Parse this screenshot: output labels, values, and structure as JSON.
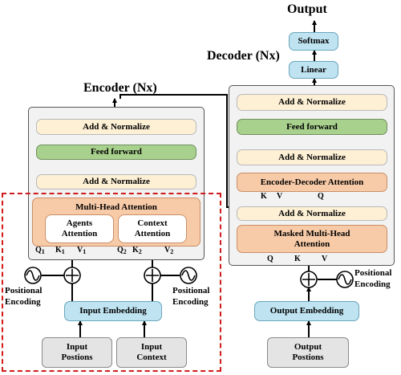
{
  "titles": {
    "output": "Output",
    "decoder": "Decoder (Nx)",
    "encoder": "Encoder (Nx)"
  },
  "decoder": {
    "softmax": "Softmax",
    "linear": "Linear",
    "add_norm_top": "Add & Normalize",
    "feed_forward": "Feed forward",
    "add_norm_mid": "Add & Normalize",
    "enc_dec_attention": "Encoder-Decoder Attention",
    "add_norm_bottom": "Add & Normalize",
    "masked_mha_line1": "Masked Multi-Head",
    "masked_mha_line2": "Attention",
    "output_embedding": "Output Embedding",
    "output_positions_line1": "Output",
    "output_positions_line2": "Postions",
    "kvq": {
      "k": "K",
      "v": "V",
      "q": "Q"
    },
    "qkv_bottom": {
      "q": "Q",
      "k": "K",
      "v": "V"
    },
    "positional_line1": "Positional",
    "positional_line2": "Encoding"
  },
  "encoder": {
    "add_norm_top": "Add & Normalize",
    "feed_forward": "Feed forward",
    "add_norm_bottom": "Add & Normalize",
    "mha": "Multi-Head Attention",
    "agents_line1": "Agents",
    "agents_line2": "Attention",
    "context_line1": "Context",
    "context_line2": "Attention",
    "q1": "Q",
    "k1": "K",
    "v1": "V",
    "sub1": "1",
    "q2": "Q",
    "k2": "K",
    "v2": "V",
    "sub2": "2",
    "input_embedding": "Input Embedding",
    "input_positions_line1": "Input",
    "input_positions_line2": "Postions",
    "input_context_line1": "Input",
    "input_context_line2": "Context",
    "pos_left_line1": "Positional",
    "pos_left_line2": "Encoding",
    "pos_right_line1": "Positional",
    "pos_right_line2": "Encoding"
  },
  "colors": {
    "dashed_border": "#d11a1a",
    "norm_fill": "#fdf0d5",
    "ff_fill": "#a9d18e",
    "attention_fill": "#f8cba8",
    "embedding_fill": "#bfe3f0"
  }
}
